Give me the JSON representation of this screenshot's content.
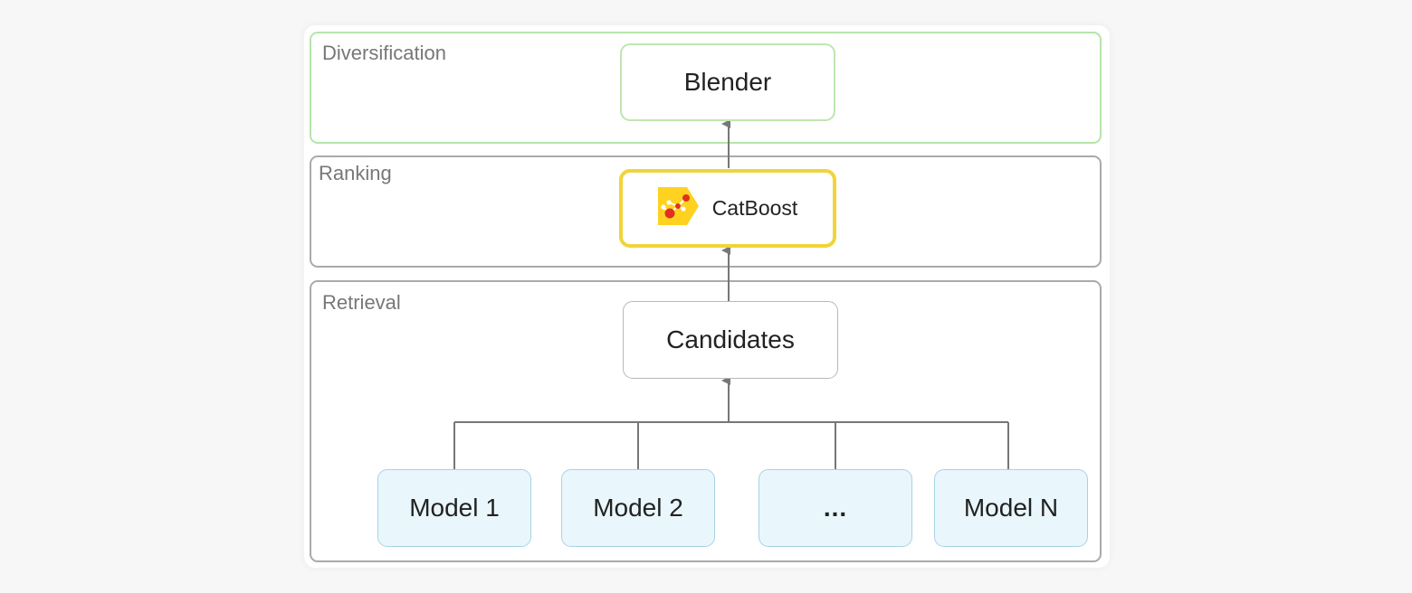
{
  "sections": {
    "diversification": {
      "label": "Diversification"
    },
    "ranking": {
      "label": "Ranking"
    },
    "retrieval": {
      "label": "Retrieval"
    }
  },
  "nodes": {
    "blender": "Blender",
    "catboost": "CatBoost",
    "candidates": "Candidates"
  },
  "models": [
    "Model 1",
    "Model 2",
    "...",
    "Model N"
  ],
  "colors": {
    "diversification_border": "#b5e5a8",
    "catboost_border": "#f0d43a",
    "catboost_logo_bg": "#ffd21f",
    "catboost_logo_dot": "#e0301e",
    "model_fill": "#e9f7fc",
    "model_border": "#a8d3e5",
    "arrow": "#777777"
  },
  "icons": {
    "catboost_logo": "catboost-logo-icon"
  }
}
